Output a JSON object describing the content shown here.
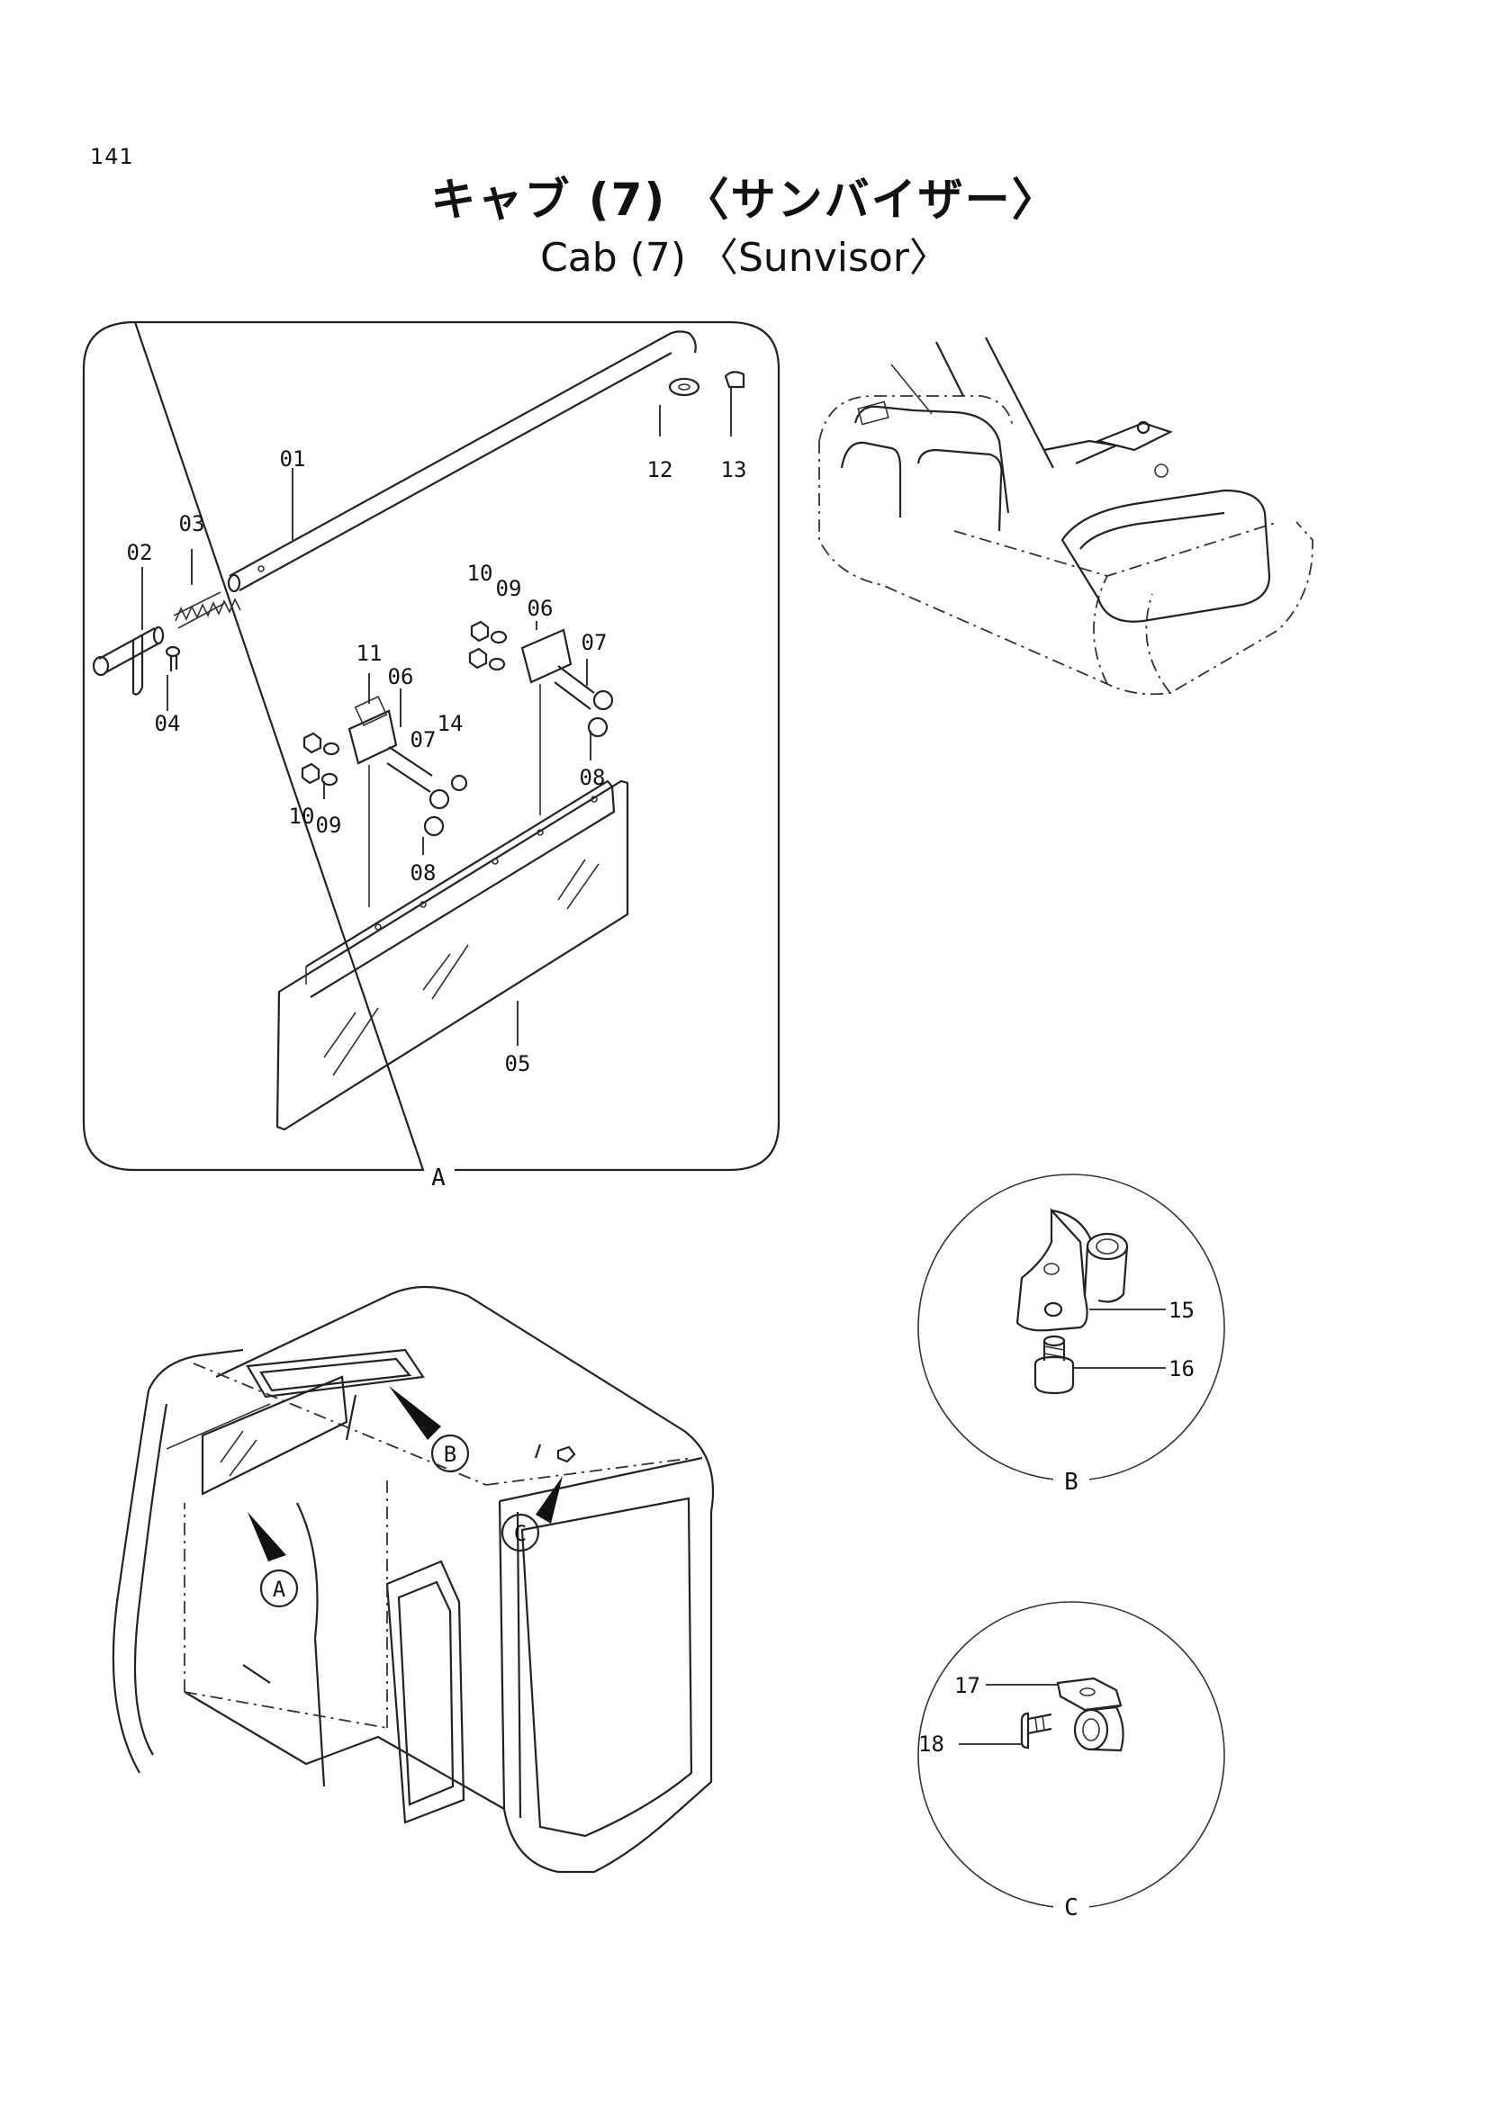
{
  "page_number": "141",
  "title_jp": "キャブ (7) 〈サンバイザー〉",
  "title_en": "Cab (7) 〈Sunvisor〉",
  "detail_labels": {
    "a": "A",
    "b": "B",
    "c": "C"
  },
  "callout_labels": {
    "a": "A",
    "b": "B",
    "c": "C"
  },
  "parts": {
    "p01": "01",
    "p02": "02",
    "p03": "03",
    "p04": "04",
    "p05": "05",
    "p06a": "06",
    "p06b": "06",
    "p07a": "07",
    "p07b": "07",
    "p08a": "08",
    "p08b": "08",
    "p09a": "09",
    "p09b": "09",
    "p10a": "10",
    "p10b": "10",
    "p11": "11",
    "p12": "12",
    "p13": "13",
    "p14": "14",
    "p15": "15",
    "p16": "16",
    "p17": "17",
    "p18": "18"
  }
}
